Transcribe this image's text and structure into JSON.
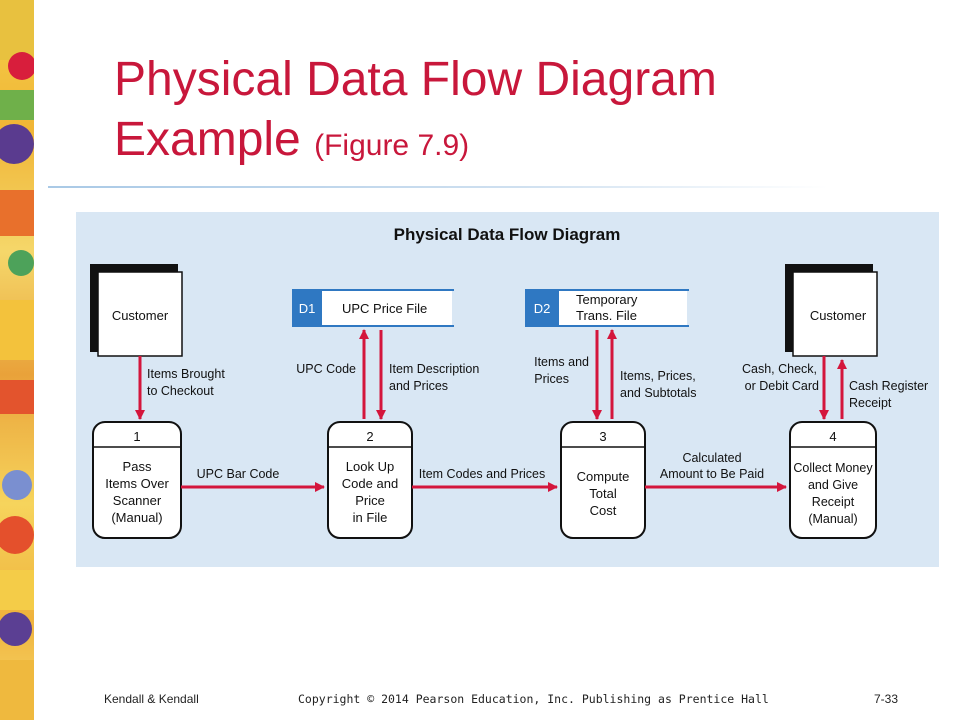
{
  "title": {
    "line1": "Physical Data Flow Diagram",
    "line2": "Example",
    "figure_ref": "(Figure 7.9)"
  },
  "diagram": {
    "heading": "Physical Data Flow Diagram",
    "entities": {
      "left": "Customer",
      "right": "Customer"
    },
    "stores": {
      "d1": {
        "id": "D1",
        "name": "UPC Price File"
      },
      "d2": {
        "id": "D2",
        "name_lines": [
          "Temporary",
          "Trans. File"
        ]
      }
    },
    "processes": [
      {
        "number": "1",
        "lines": [
          "Pass",
          "Items Over",
          "Scanner",
          "(Manual)"
        ]
      },
      {
        "number": "2",
        "lines": [
          "Look Up",
          "Code and",
          "Price",
          "in File"
        ]
      },
      {
        "number": "3",
        "lines": [
          "Compute",
          "Total",
          "Cost"
        ]
      },
      {
        "number": "4",
        "lines": [
          "Collect Money",
          "and Give",
          "Receipt",
          "(Manual)"
        ]
      }
    ],
    "flows": {
      "items_brought": [
        "Items Brought",
        "to Checkout"
      ],
      "upc_code": "UPC Code",
      "item_description": [
        "Item Description",
        "and Prices"
      ],
      "items_and_prices": [
        "Items and",
        "Prices"
      ],
      "items_prices_subtotals": [
        "Items, Prices,",
        "and Subtotals"
      ],
      "cash_check": [
        "Cash, Check,",
        "or Debit Card"
      ],
      "cash_register": [
        "Cash Register",
        "Receipt"
      ],
      "upc_bar_code": "UPC Bar Code",
      "item_codes_prices": "Item Codes and Prices",
      "calculated_amount": [
        "Calculated",
        "Amount to Be Paid"
      ]
    }
  },
  "footer": {
    "left": "Kendall & Kendall",
    "center": "Copyright © 2014 Pearson Education, Inc. Publishing as Prentice Hall",
    "right": "7-33"
  },
  "colors": {
    "title": "#c8173b",
    "arrow": "#d4163c",
    "panel": "#d9e7f4",
    "store_id": "#2f78c2"
  }
}
